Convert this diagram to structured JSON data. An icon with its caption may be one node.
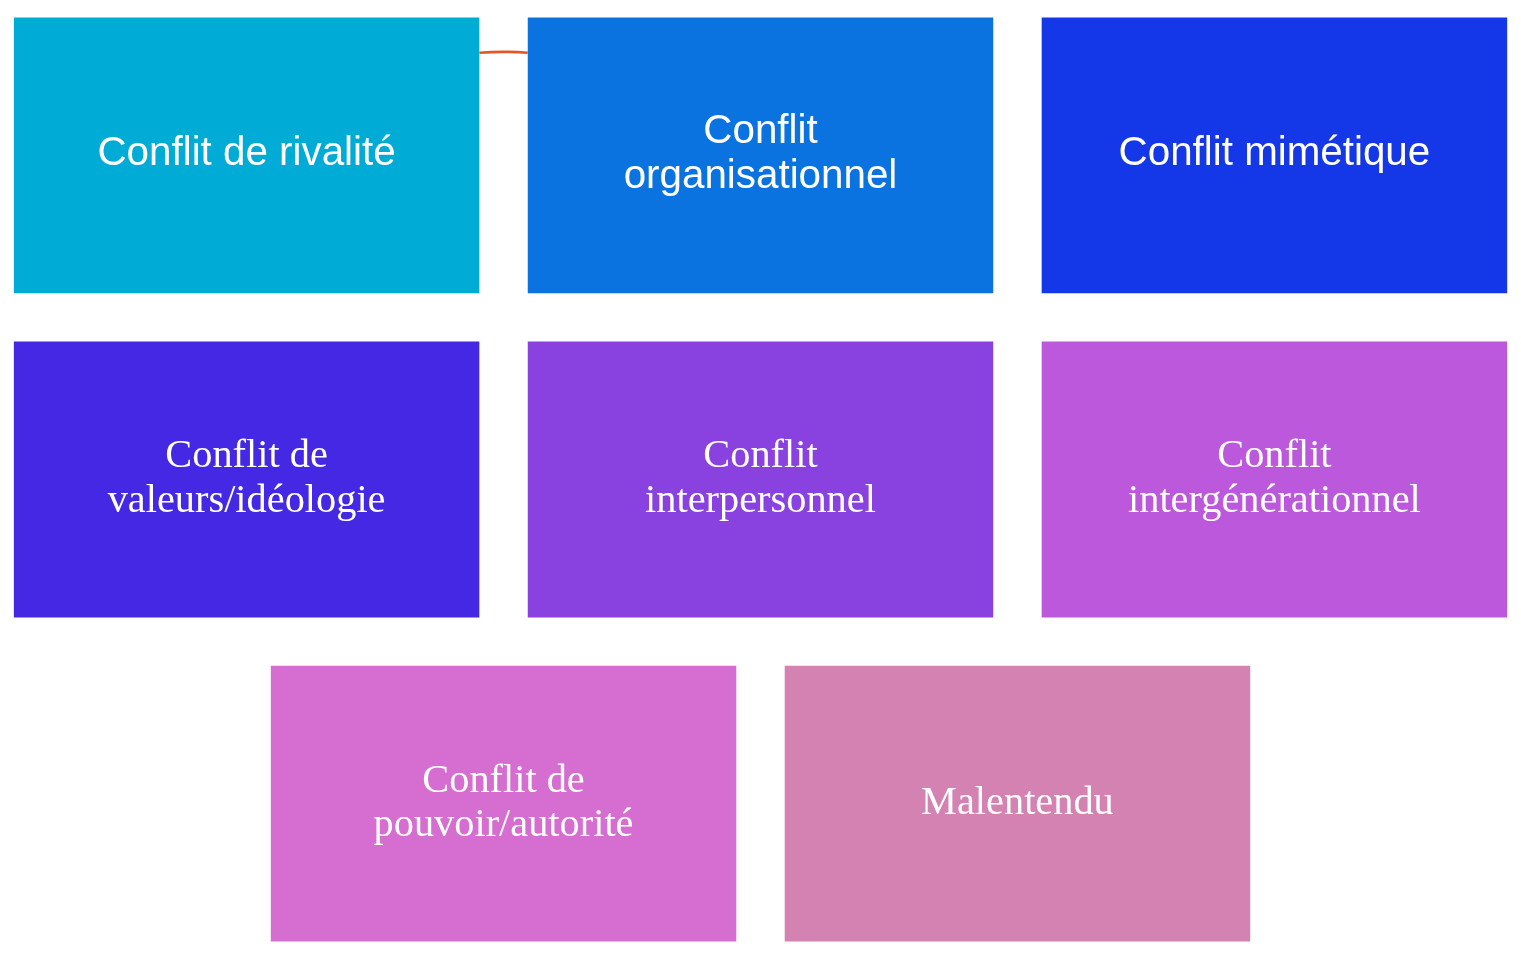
{
  "diagram": {
    "nodes": [
      {
        "text": [
          "Conflit de rivalité"
        ]
      },
      {
        "text": [
          "Conflit organisationnel"
        ]
      },
      {
        "text": [
          "Conflit mimétique"
        ]
      },
      {
        "text": [
          "Conflit de valeurs/idéologie"
        ]
      },
      {
        "text": [
          "Conflit interpersonnel"
        ]
      },
      {
        "text": [
          "Conflit intergénérationnel"
        ]
      },
      {
        "text": [
          "Conflit de pouvoir/autorité"
        ]
      },
      {
        "text": [
          "Malentendu"
        ]
      }
    ],
    "edges": [
      {
        "from": 0,
        "to": 1,
        "arrow": "none",
        "color": "#e0582a"
      }
    ]
  }
}
